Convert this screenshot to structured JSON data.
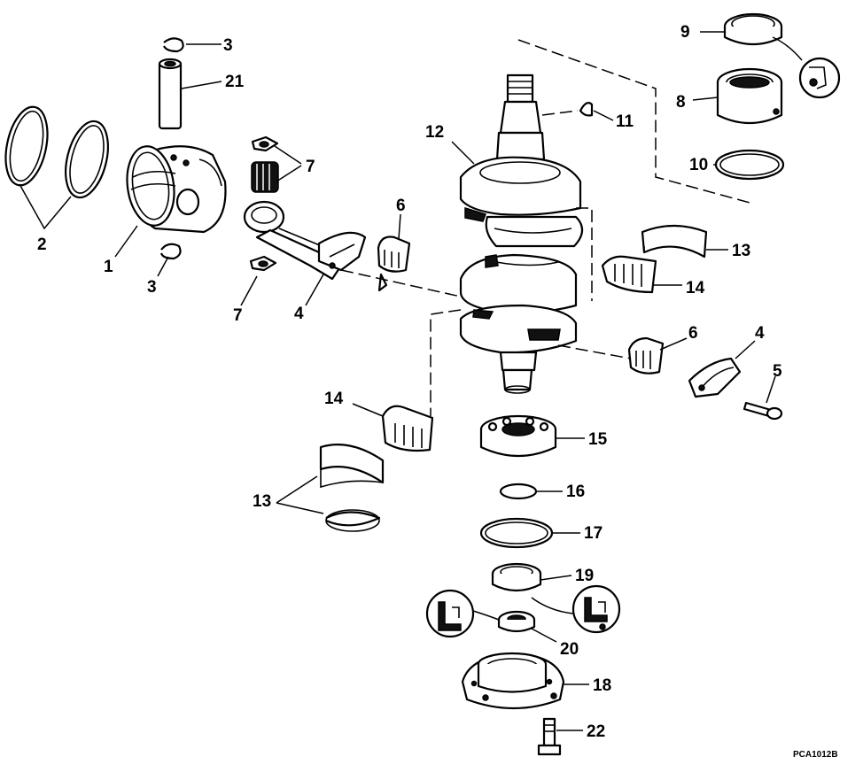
{
  "callouts": {
    "c1": "1",
    "c2": "2",
    "c3a": "3",
    "c3b": "3",
    "c4a": "4",
    "c4b": "4",
    "c5": "5",
    "c6a": "6",
    "c6b": "6",
    "c7a": "7",
    "c7b": "7",
    "c8": "8",
    "c9": "9",
    "c10": "10",
    "c11": "11",
    "c12": "12",
    "c13a": "13",
    "c13b": "13",
    "c14a": "14",
    "c14b": "14",
    "c15": "15",
    "c16": "16",
    "c17": "17",
    "c18": "18",
    "c19": "19",
    "c20": "20",
    "c21": "21",
    "c22": "22"
  },
  "drawing_code": "PCA1012B",
  "icons": [
    "lubricant-symbol-icon",
    "sealer-symbol-icon",
    "adhesive-symbol-icon"
  ]
}
